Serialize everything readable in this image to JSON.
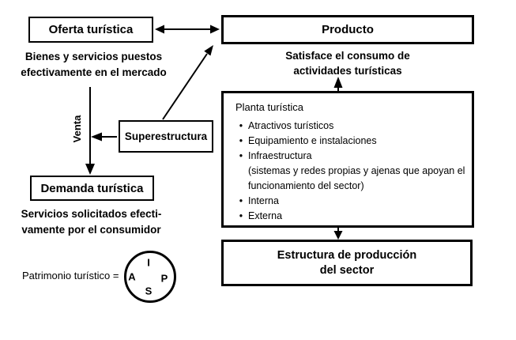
{
  "colors": {
    "ink": "#000000",
    "background": "#ffffff"
  },
  "boxes": {
    "oferta": {
      "label": "Oferta turística"
    },
    "producto": {
      "label": "Producto"
    },
    "superestructura": {
      "label": "Superestructura"
    },
    "demanda": {
      "label": "Demanda turística"
    },
    "estructura": {
      "line1": "Estructura de producción",
      "line2": "del sector"
    },
    "planta": {
      "title": "Planta turística",
      "bullet_char": "•",
      "items": [
        {
          "text": "Atractivos turísticos",
          "bullet": true
        },
        {
          "text": "Equipamiento e instalaciones",
          "bullet": true
        },
        {
          "text": "Infraestructura",
          "bullet": true
        },
        {
          "text": "(sistemas y redes propias y ajenas que apoyan el",
          "bullet": false
        },
        {
          "text": "funcionamiento del sector)",
          "bullet": false
        },
        {
          "text": "Interna",
          "bullet": true
        },
        {
          "text": "Externa",
          "bullet": true
        }
      ]
    }
  },
  "captions": {
    "oferta_line1": "Bienes y servicios puestos",
    "oferta_line2": "efectivamente en el mercado",
    "producto_line1": "Satisface el consumo de",
    "producto_line2": "actividades turísticas",
    "demanda_line1": "Servicios solicitados efecti-",
    "demanda_line2": "vamente por el consumidor"
  },
  "labels": {
    "venta": "Venta",
    "patrimonio": "Patrimonio turístico =",
    "circle_top": "I",
    "circle_left": "A",
    "circle_right": "P",
    "circle_bottom": "S"
  }
}
